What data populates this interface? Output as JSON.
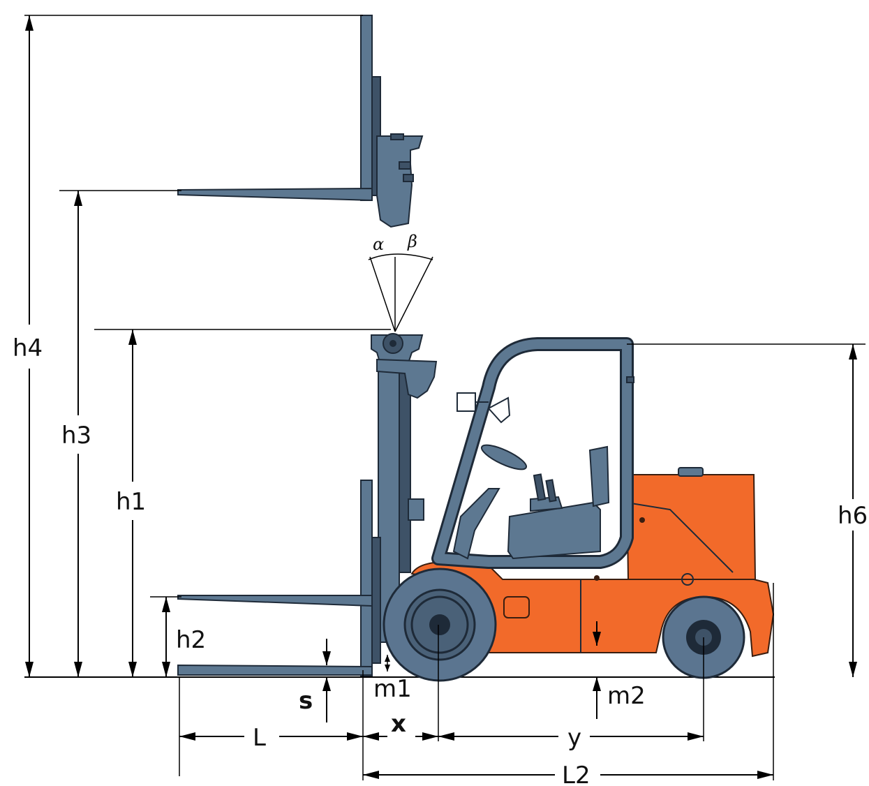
{
  "diagram": {
    "labels": {
      "h4": "h4",
      "h3": "h3",
      "h1": "h1",
      "h2": "h2",
      "h6": "h6",
      "s": "s",
      "m1": "m1",
      "m2": "m2",
      "x": "x",
      "l": "L",
      "y": "y",
      "l2": "L2",
      "alpha": "α",
      "beta": "β"
    },
    "colors": {
      "body": "#f26a2a",
      "steel": "#5d7891",
      "outline": "#1e2a38"
    }
  }
}
